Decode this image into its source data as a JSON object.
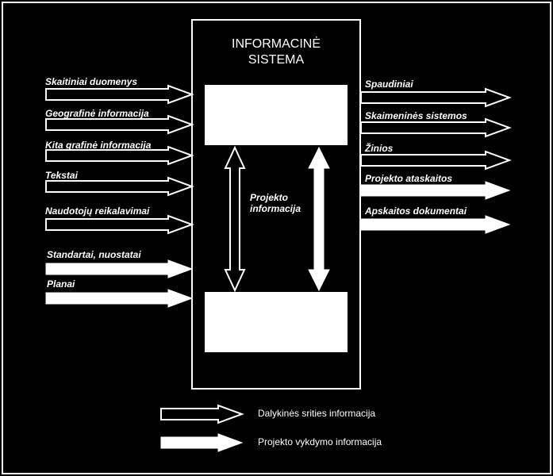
{
  "system": {
    "title_line1": "INFORMACINĖ",
    "title_line2": "SISTEMA"
  },
  "center_label": {
    "line1": "Projekto",
    "line2": "informacija"
  },
  "inputs": [
    {
      "label": "Skaitiniai duomenys",
      "type": "outline"
    },
    {
      "label": "Geografinė informacija",
      "type": "outline"
    },
    {
      "label": "Kita grafinė informacija",
      "type": "outline"
    },
    {
      "label": "Tekstai",
      "type": "outline"
    },
    {
      "label": "Naudotojų reikalavimai",
      "type": "outline"
    },
    {
      "label": "Standartai, nuostatai",
      "type": "solid"
    },
    {
      "label": "Planai",
      "type": "solid"
    }
  ],
  "outputs": [
    {
      "label": "Spaudiniai",
      "type": "outline"
    },
    {
      "label": "Skaimeninės sistemos",
      "type": "outline"
    },
    {
      "label": "Žinios",
      "type": "outline"
    },
    {
      "label": "Projekto ataskaitos",
      "type": "solid"
    },
    {
      "label": "Apskaitos dokumentai",
      "type": "solid"
    }
  ],
  "legend": [
    {
      "label": "Dalykinės srities informacija",
      "type": "outline"
    },
    {
      "label": "Projekto vykdymo informacija",
      "type": "solid"
    }
  ],
  "colors": {
    "background": "#000000",
    "foreground": "#ffffff"
  }
}
